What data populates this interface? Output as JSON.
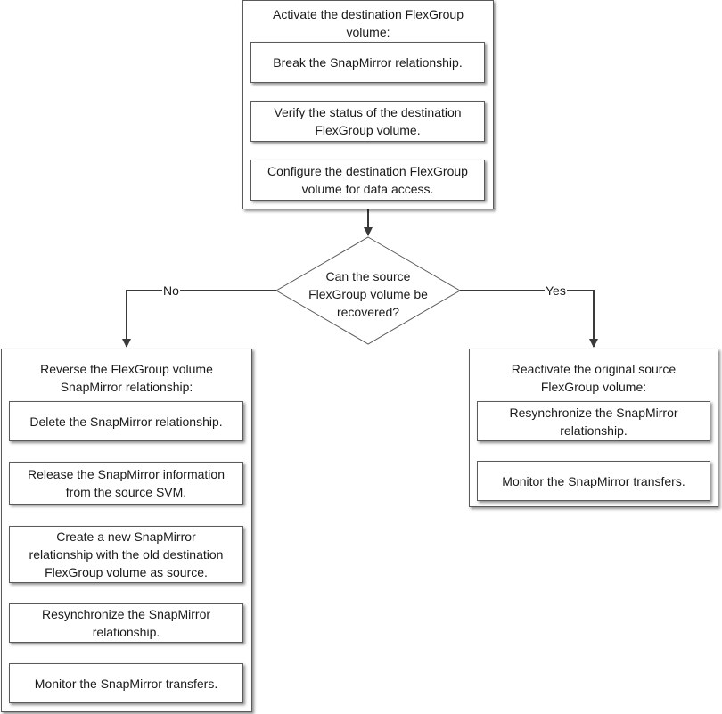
{
  "top_group": {
    "title": "Activate the destination FlexGroup\nvolume:",
    "steps": [
      "Break the SnapMirror relationship.",
      "Verify the status of the destination\nFlexGroup volume.",
      "Configure the destination FlexGroup\nvolume for data access."
    ]
  },
  "decision": {
    "question": "Can the source\nFlexGroup volume be\nrecovered?",
    "no_label": "No",
    "yes_label": "Yes"
  },
  "left_group": {
    "title": "Reverse the FlexGroup volume\nSnapMirror relationship:",
    "steps": [
      "Delete the SnapMirror relationship.",
      "Release the SnapMirror information\nfrom the source SVM.",
      "Create a new SnapMirror\nrelationship with the old destination\nFlexGroup volume as source.",
      "Resynchronize the SnapMirror\nrelationship.",
      "Monitor the SnapMirror transfers."
    ]
  },
  "right_group": {
    "title": "Reactivate the original source\nFlexGroup volume:",
    "steps": [
      "Resynchronize the SnapMirror\nrelationship.",
      "Monitor the SnapMirror transfers."
    ]
  }
}
